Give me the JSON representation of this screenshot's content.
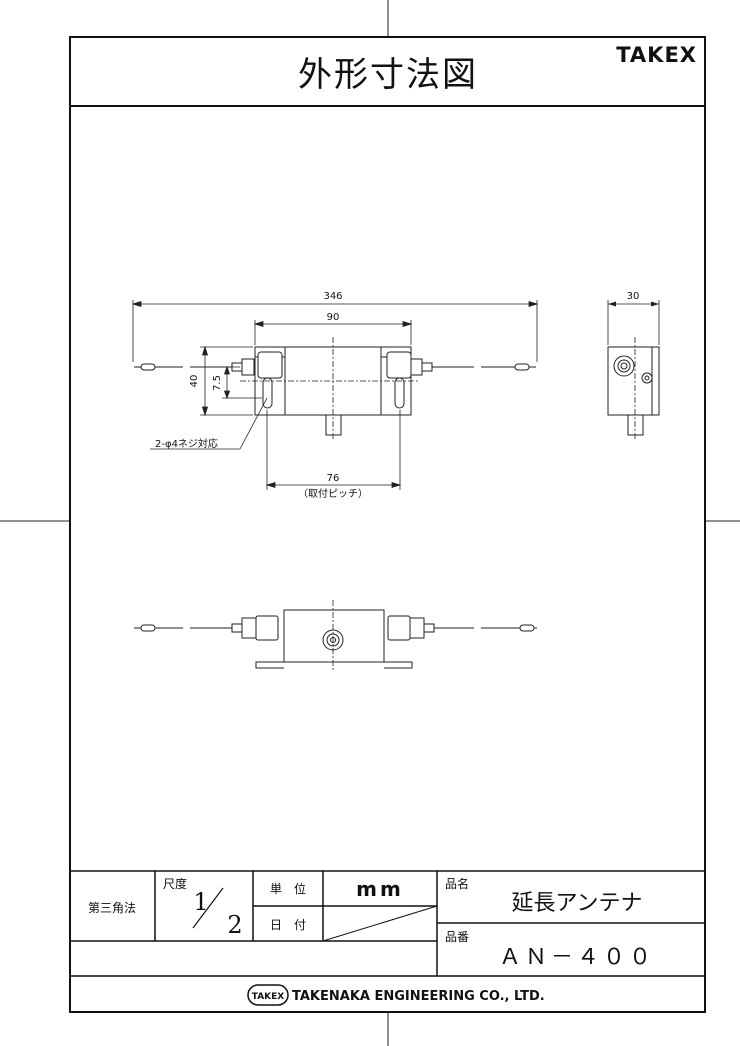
{
  "header": {
    "title": "外形寸法図",
    "brand": "TAKEX"
  },
  "dimensions": {
    "overall_length": "346",
    "body_width": "90",
    "height": "40",
    "hole_offset": "7.5",
    "mount_pitch": "76",
    "mount_pitch_note": "（取付ピッチ）",
    "screw_note": "2-φ4ネジ対応",
    "depth": "30"
  },
  "title_block": {
    "projection": "第三角法",
    "scale_label": "尺度",
    "scale_num": "1",
    "scale_den": "2",
    "unit_label": "単　位",
    "unit_value": "mm",
    "date_label": "日　付",
    "product_name_label": "品名",
    "product_name": "延長アンテナ",
    "part_number_label": "品番",
    "part_number": "ＡＮ－４００"
  },
  "footer": {
    "logo_text": "TAKEX",
    "company": "TAKENAKA ENGINEERING CO., LTD."
  }
}
